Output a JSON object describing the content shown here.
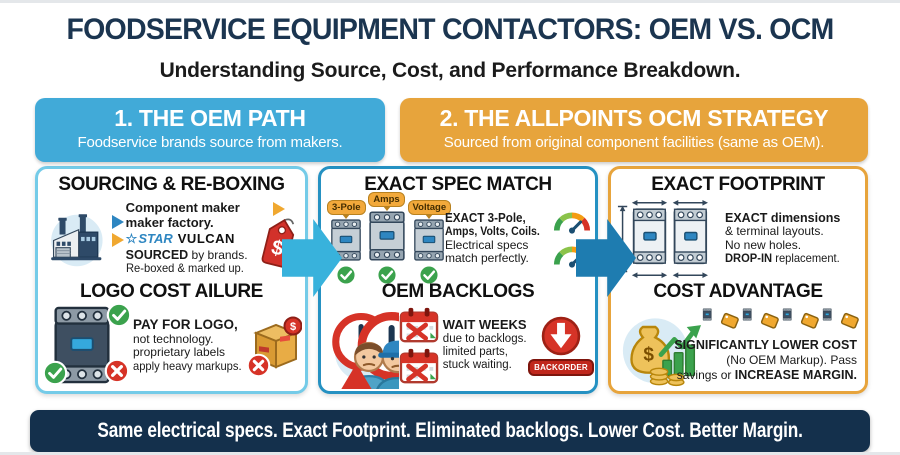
{
  "title": "FOODSERVICE EQUIPMENT CONTACTORS: OEM VS. OCM",
  "subtitle": "Understanding Source, Cost, and Performance Breakdown.",
  "banners": {
    "oem": {
      "title": "1. THE OEM PATH",
      "subtitle": "Foodservice brands source from makers."
    },
    "ocm": {
      "title": "2. THE ALLPOINTS OCM STRATEGY",
      "subtitle": "Sourced from original component facilities (same as OEM)."
    }
  },
  "panels": {
    "oem_sourcing": {
      "heading": "SOURCING & RE-BOXING",
      "line1": "Component maker",
      "line2": "maker factory.",
      "brand1": "STAR",
      "brand2": "VULCAN",
      "line3_bold": "SOURCED",
      "line3_rest": " by brands.",
      "line4": "Re-boxed & marked up."
    },
    "oem_logo": {
      "heading": "LOGO COST AILURE",
      "line1_bold": "PAY FOR LOGO,",
      "line2": "not technology.",
      "line3": "proprietary labels",
      "line4": "apply heavy markups."
    },
    "spec_match": {
      "heading": "EXACT SPEC MATCH",
      "tags": [
        "3-Pole",
        "Amps",
        "Voltage"
      ],
      "line1": "EXACT 3-Pole,",
      "line2": "Amps, Volts, Coils.",
      "line3": "Electrical specs",
      "line4": "match perfectly."
    },
    "backlogs": {
      "heading": "OEM BACKLOGS",
      "line1_bold": "WAIT WEEKS",
      "line2": "due to backlogs.",
      "line3": "limited parts,",
      "line4": "stuck waiting.",
      "badge": "BACKORDER"
    },
    "footprint": {
      "heading": "EXACT FOOTPRINT",
      "line1": "EXACT dimensions",
      "line2": "& terminal layouts.",
      "line3": "No new holes.",
      "line4_bold": "DROP-IN",
      "line4_rest": " replacement."
    },
    "cost": {
      "heading": "COST ADVANTAGE",
      "line1_bold": "SIGNIFICANTLY LOWER COST",
      "line2": "(No OEM Markup). Pass",
      "line3_rest": "savings or ",
      "line3_bold": "INCREASE MARGIN."
    }
  },
  "footer": "Same electrical specs. Exact Footprint. Eliminated backlogs. Lower Cost. Better Margin.",
  "glyphs": {
    "dollar": "$",
    "star": "☆",
    "exclaim": "!"
  },
  "colors": {
    "title_navy": "#1B3550",
    "banner_blue": "#41AAD8",
    "banner_orange": "#E7A43C",
    "panel_border_light_blue": "#74CBE8",
    "panel_border_blue": "#2591C2",
    "arrow_light_blue": "#38B2DC",
    "arrow_dark_blue": "#1E7CB0",
    "footer_navy": "#14304C",
    "check_green": "#3BA24D",
    "error_red": "#D63327",
    "tag_orange": "#F0A830"
  }
}
